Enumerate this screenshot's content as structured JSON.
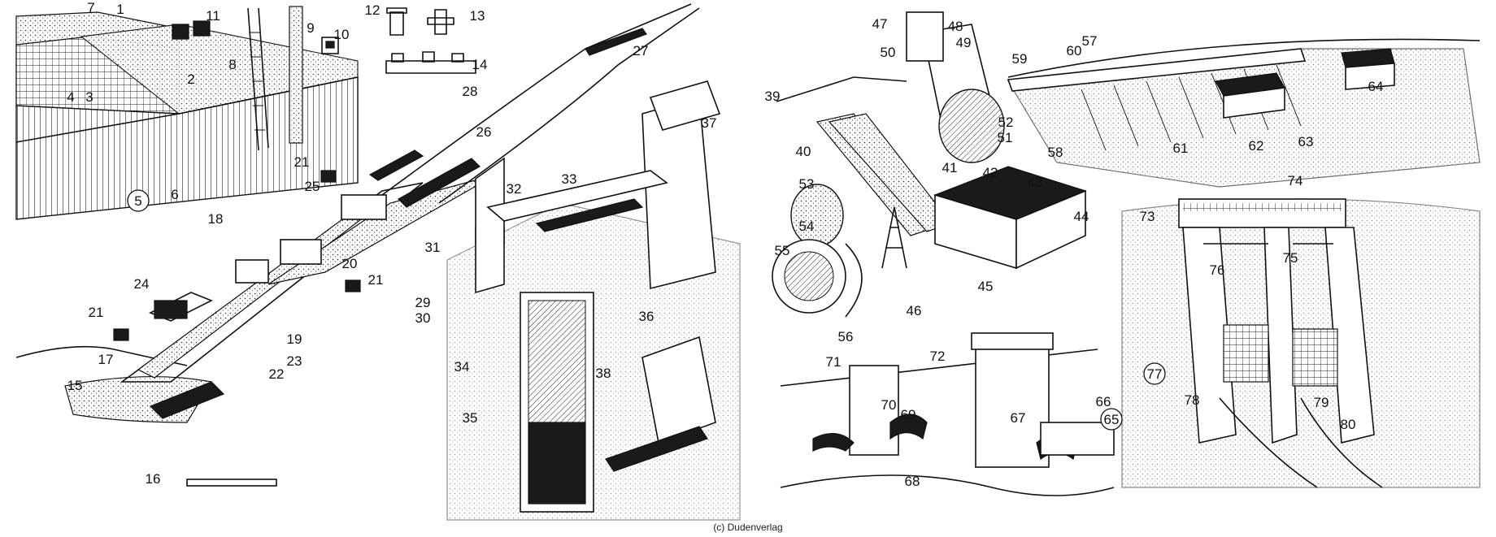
{
  "copyright": "(c) Dudenverlag",
  "labels": [
    "1",
    "2",
    "3",
    "4",
    "5",
    "6",
    "7",
    "8",
    "9",
    "10",
    "11",
    "12",
    "13",
    "14",
    "15",
    "16",
    "17",
    "18",
    "19",
    "20",
    "21",
    "22",
    "23",
    "24",
    "25",
    "26",
    "27",
    "28",
    "29",
    "30",
    "31",
    "32",
    "33",
    "34",
    "35",
    "36",
    "37",
    "38",
    "39",
    "40",
    "41",
    "42",
    "43",
    "44",
    "45",
    "46",
    "47",
    "48",
    "49",
    "50",
    "51",
    "52",
    "53",
    "54",
    "55",
    "56",
    "57",
    "58",
    "59",
    "60",
    "61",
    "62",
    "63",
    "64",
    "65",
    "66",
    "67",
    "68",
    "69",
    "70",
    "71",
    "72",
    "73",
    "74",
    "75",
    "76",
    "77",
    "78",
    "79",
    "80"
  ]
}
